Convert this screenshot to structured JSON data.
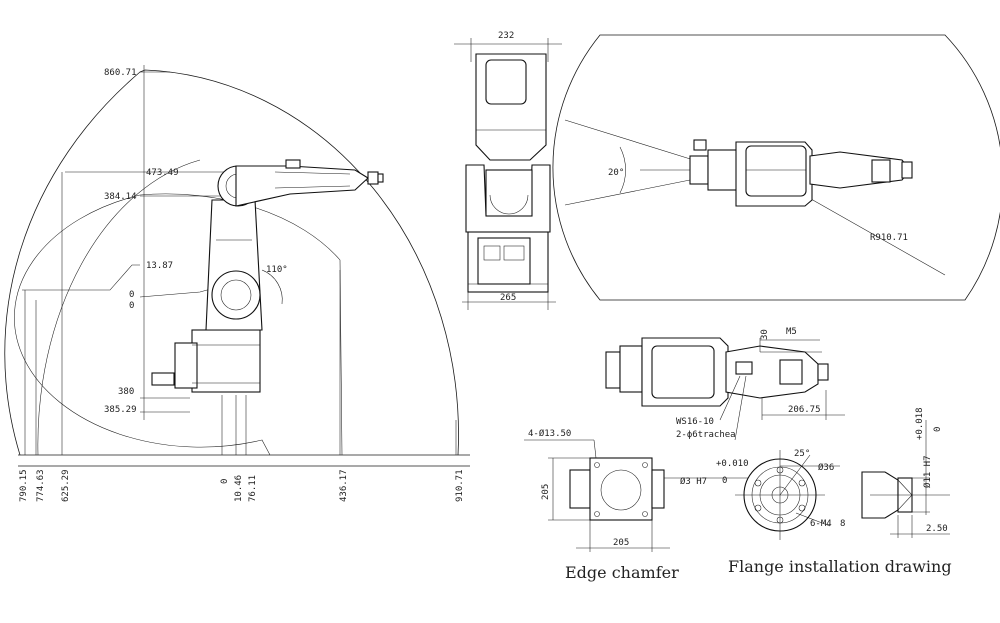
{
  "side_view": {
    "labels": {
      "l_860": "860.71",
      "l_473": "473.49",
      "l_384": "384.14",
      "l_13": "13.87",
      "l_0a": "0",
      "l_0b": "0",
      "l_380": "380",
      "l_385": "385.29",
      "l_110": "110°",
      "b_790": "790.15",
      "b_774": "774.63",
      "b_625": "625.29",
      "b_0": "0",
      "b_10": "10.46",
      "b_76": "76.11",
      "b_436": "436.17",
      "b_910": "910.71"
    }
  },
  "front_view": {
    "labels": {
      "w_top": "232",
      "w_bottom": "265"
    }
  },
  "top_view": {
    "labels": {
      "angle": "20°",
      "radius": "R910.71"
    }
  },
  "detail_view": {
    "labels": {
      "d30": "30",
      "m5": "M5",
      "len": "206.75",
      "ws": "WS16-10",
      "trachea": "2-ϕ6trachea"
    }
  },
  "base_plate": {
    "labels": {
      "holes": "4-Ø13.50",
      "h205": "205",
      "w205": "205",
      "pin": "Ø3 H7",
      "pin_tol": "+0.010",
      "pin_tol0": "0"
    }
  },
  "flange": {
    "labels": {
      "angle": "25°",
      "dia36": "Ø36",
      "m4": "6-M4",
      "depth": "8",
      "bore": "Ø11 H7",
      "bore_tol": "+0.018",
      "bore_tol0": "0",
      "step": "2.50"
    }
  },
  "captions": {
    "edge": "Edge chamfer",
    "flange": "Flange installation drawing"
  }
}
